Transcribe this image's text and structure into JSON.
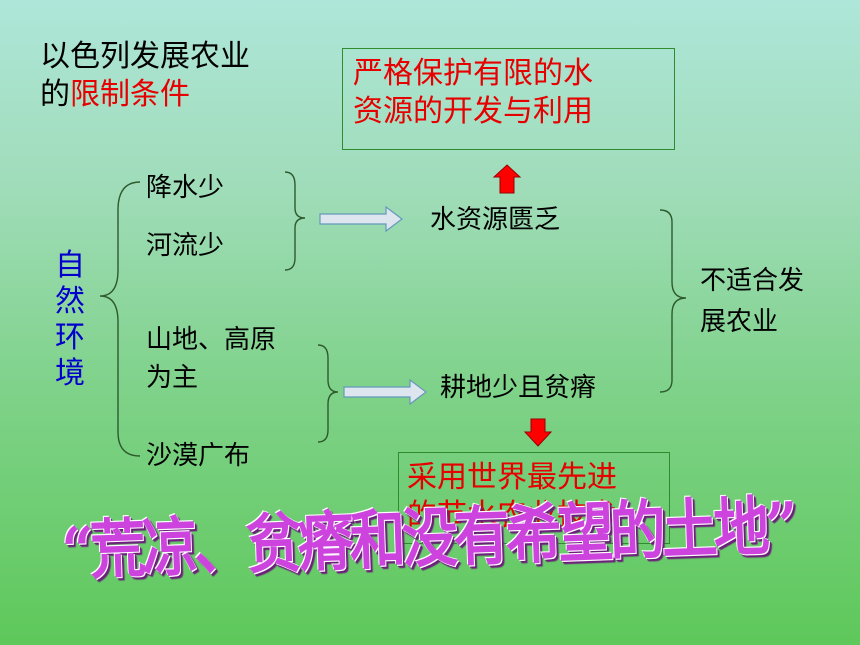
{
  "title": {
    "line1": "以色列发展农业",
    "line2_prefix": "的",
    "line2_highlight": "限制条件"
  },
  "top_box": {
    "line1": "严格保护有限的水",
    "line2": "资源的开发与利用"
  },
  "bottom_box": {
    "line1": "采用世界最先进",
    "line2": "的节水农业技术"
  },
  "category": "自然环境",
  "factors": {
    "rain": "降水少",
    "rivers": "河流少",
    "terrain_line1": "山地、高原",
    "terrain_line2": "为主",
    "desert": "沙漠广布"
  },
  "results": {
    "water": "水资源匮乏",
    "land": "耕地少且贫瘠"
  },
  "conclusion": {
    "line1": "不适合发",
    "line2": "展农业"
  },
  "slogan": "“荒凉、贫瘠和没有希望的土地”",
  "colors": {
    "red_text": "#e60000",
    "blue_text": "#0000cc",
    "slogan": "#cc44dd",
    "arrow_red": "#ff0000",
    "box_border": "#2e8b2e"
  }
}
